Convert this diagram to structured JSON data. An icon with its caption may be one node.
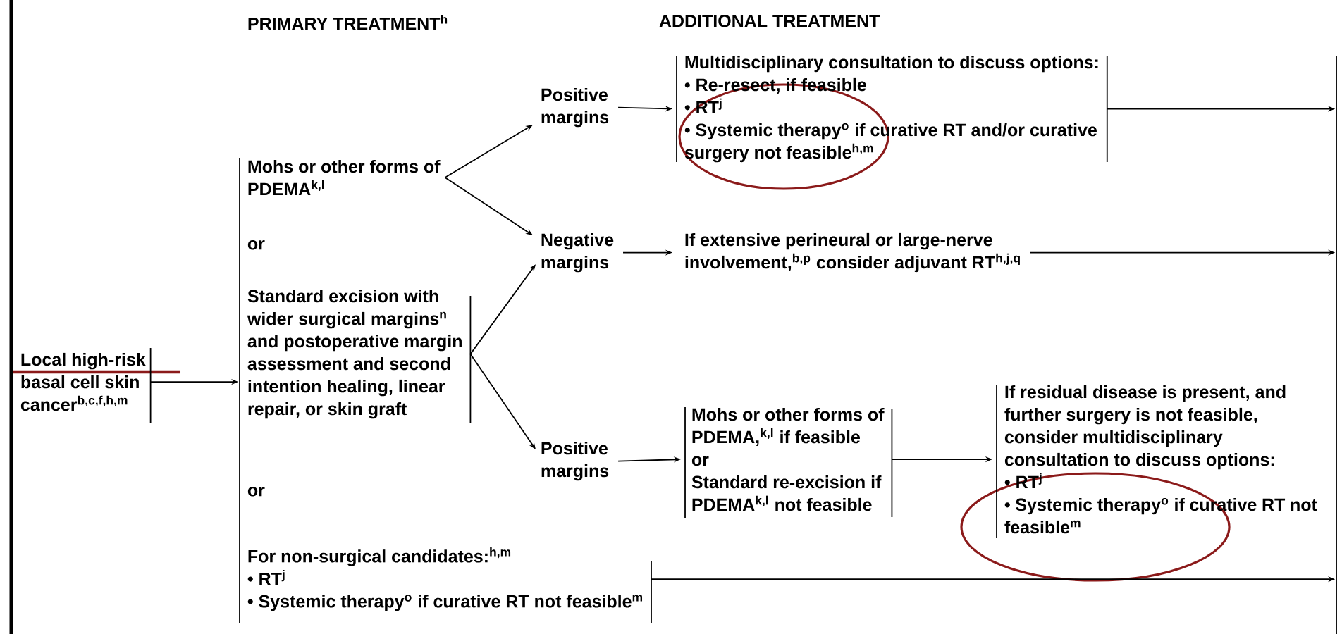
{
  "diagram": {
    "nodes": [
      {
        "text": [
          "Local high-risk basal cell skin cancer$^{b,c,f,h,m}$"
        ]
      },
      {
        "text": [
          "Mohs or other forms of PDEMA$^{k,l}$"
        ]
      },
      {
        "text": [
          "Standard excision with wider surgical margins$^{n}$ and postoperative margin assessment and second intention healing, linear repair, or skin graft"
        ]
      },
      {
        "text": [
          "For non-surgical candidates:$^{h,m}$",
          "• RT$^{j}$",
          "• Systemic therapy$^{o}$ if curative RT not feasible$^{m}$"
        ]
      },
      {
        "text": [
          "Positive margins"
        ]
      },
      {
        "text": [
          "Negative margins"
        ]
      },
      {
        "text": [
          "Positive margins"
        ]
      },
      {
        "text": [
          "Multidisciplinary consultation to discuss options:",
          "• Re-resect, if feasible",
          "• RT$^{j}$",
          "• Systemic therapy$^{o}$ if curative RT and/or curative surgery not feasible$^{h,m}$"
        ]
      },
      {
        "text": [
          "If extensive perineural or large-nerve involvement,$^{b,p}$ consider adjuvant RT$^{h,j,q}$"
        ]
      },
      {
        "text": [
          "Mohs or other forms of PDEMA,$^{k,l}$ if feasible",
          "or",
          "Standard re-excision if PDEMA$^{k,l}$ not feasible"
        ]
      },
      {
        "text": [
          "If residual disease is present, and further surgery is not feasible, consider multidisciplinary consultation to discuss options:",
          "• RT$^{j}$",
          "• Systemic therapy$^{o}$ if curative RT not feasible$^{m}$"
        ]
      },
      {
        "text": [],
        "shape": "bar",
        "beside": [
          "or",
          "or"
        ]
      },
      {
        "text": [],
        "shape": "bar"
      }
    ],
    "edges": [
      {
        "from": 0,
        "to": 11,
        "arrow": "to"
      },
      {
        "from": 1,
        "to": 4,
        "arrow": "to"
      },
      {
        "from": 1,
        "to": 5,
        "arrow": "to"
      },
      {
        "from": 2,
        "to": 5,
        "arrow": "to"
      },
      {
        "from": 2,
        "to": 6,
        "arrow": "to"
      },
      {
        "from": 4,
        "to": 7,
        "arrow": "to"
      },
      {
        "from": 5,
        "to": 8,
        "arrow": "to"
      },
      {
        "from": 6,
        "to": 9,
        "arrow": "to"
      },
      {
        "from": 9,
        "to": 10,
        "arrow": "to"
      },
      {
        "from": 7,
        "to": 12,
        "arrow": "to"
      },
      {
        "from": 8,
        "to": 12,
        "arrow": "to"
      },
      {
        "from": 3,
        "to": 12,
        "arrow": "to"
      }
    ],
    "labels": [
      "PRIMARY TREATMENT$^{h}$",
      "ADDITIONAL TREATMENT"
    ]
  }
}
